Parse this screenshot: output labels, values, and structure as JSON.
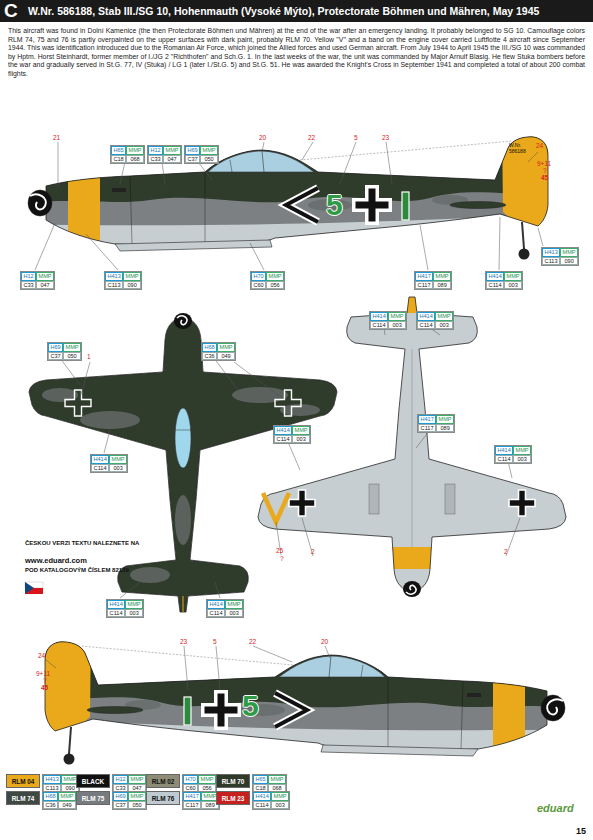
{
  "diagram": {
    "title": "W.Nr. 586188, Stab III./SG 10, Hohenmauth (Vysoké Mýto), Protectorate Böhmen und Mähren, May 1945",
    "caption": "This aircraft was found in Dolní Kamenice (the then Protectorate Böhmen und Mähren) at the end of the war after an emergency landing. It probably belonged to SG 10. Camouflage colors RLM 74, 75 and 76 is partly overpainted on the upper surfaces with dark paint, probably RLM 70. Yellow \"V\" and a band on the engine cover carried Luftflotte 4 aircraft since September 1944. This was identification introduced due to the Romanian Air Force, which joined the Allied forces and used German aircraft. From July 1944 to April 1945 the III./SG 10 was commanded by Hptm. Horst Steinhardt, former member of I./JG 2 \"Richthofen\" and Sch.G. 1. In the last weeks of the war, the unit was commanded by Major Arnulf Blasig. He flew Stuka bombers before the war and gradually served in St.G. 77, IV (Stuka) / LG 1 (later I./St.G. 5) and St.G. 51. He was awarded the Knight's Cross in September 1941 and completed a total of about 200 combat flights.",
    "nodes": [
      {
        "text": [
          "H65",
          "MMP",
          "C18",
          "068"
        ]
      },
      {
        "text": [
          "H12",
          "MMP",
          "C33",
          "047"
        ]
      },
      {
        "text": [
          "H69",
          "MMP",
          "C37",
          "050"
        ]
      },
      {
        "text": [
          "H413",
          "MMP",
          "C113",
          "090"
        ]
      },
      {
        "text": [
          "H12",
          "MMP",
          "C33",
          "047"
        ]
      },
      {
        "text": [
          "H413",
          "MMP",
          "C113",
          "090"
        ]
      },
      {
        "text": [
          "H70",
          "MMP",
          "C60",
          "056"
        ]
      },
      {
        "text": [
          "H417",
          "MMP",
          "C117",
          "089"
        ]
      },
      {
        "text": [
          "H414",
          "MMP",
          "C114",
          "003"
        ]
      },
      {
        "text": [
          "H414",
          "MMP",
          "C114",
          "003"
        ]
      },
      {
        "text": [
          "H414",
          "MMP",
          "C114",
          "003"
        ]
      },
      {
        "text": [
          "H69",
          "MMP",
          "C37",
          "050"
        ]
      },
      {
        "text": [
          "H68",
          "MMP",
          "C36",
          "049"
        ]
      },
      {
        "text": [
          "H417",
          "MMP",
          "C117",
          "089"
        ]
      },
      {
        "text": [
          "H414",
          "MMP",
          "C114",
          "003"
        ]
      },
      {
        "text": [
          "H414",
          "MMP",
          "C114",
          "003"
        ]
      },
      {
        "text": [
          "H414",
          "MMP",
          "C114",
          "003"
        ]
      },
      {
        "text": [
          "H414",
          "MMP",
          "C114",
          "003"
        ]
      },
      {
        "text": [
          "H414",
          "MMP",
          "C114",
          "003"
        ]
      },
      {
        "text": [
          "H413",
          "MMP",
          "C113",
          "090"
        ]
      },
      {
        "text": [
          "H12",
          "MMP",
          "C33",
          "047"
        ]
      },
      {
        "text": [
          "H70",
          "MMP",
          "C60",
          "056"
        ]
      },
      {
        "text": [
          "H65",
          "MMP",
          "C18",
          "068"
        ]
      },
      {
        "text": [
          "H68",
          "MMP",
          "C36",
          "049"
        ]
      },
      {
        "text": [
          "H69",
          "MMP",
          "C37",
          "050"
        ]
      },
      {
        "text": [
          "H417",
          "MMP",
          "C117",
          "089"
        ]
      },
      {
        "text": [
          "H414",
          "MMP",
          "C114",
          "003"
        ]
      }
    ],
    "labels": [
      "C",
      "21",
      "20",
      "22",
      "5",
      "23",
      "24",
      "9+11",
      "?",
      "45",
      "W.Nr. 586188",
      "5",
      "1",
      "1",
      "ČESKOU VERZI TEXTU NALEZNETE NA",
      "www.eduard.com",
      "POD KATALOGOVÝM ČÍSLEM 82139",
      "25",
      "?",
      "2",
      "2",
      "23",
      "5",
      "22",
      "20",
      "24",
      "9+11",
      "?",
      "45",
      "5",
      "eduard",
      "15"
    ],
    "legend": [
      {
        "text": "RLM 04",
        "color": "#e9a91a"
      },
      {
        "text": "BLACK",
        "color": "#111111"
      },
      {
        "text": "RLM 02",
        "color": "#8e8c76"
      },
      {
        "text": "RLM 70",
        "color": "#2f3a2a"
      },
      {
        "text": "RLM 74",
        "color": "#404844"
      },
      {
        "text": "RLM 75",
        "color": "#777a7e"
      },
      {
        "text": "RLM 76",
        "color": "#bfcad0"
      },
      {
        "text": "RLM 23",
        "color": "#c8201e"
      }
    ]
  }
}
